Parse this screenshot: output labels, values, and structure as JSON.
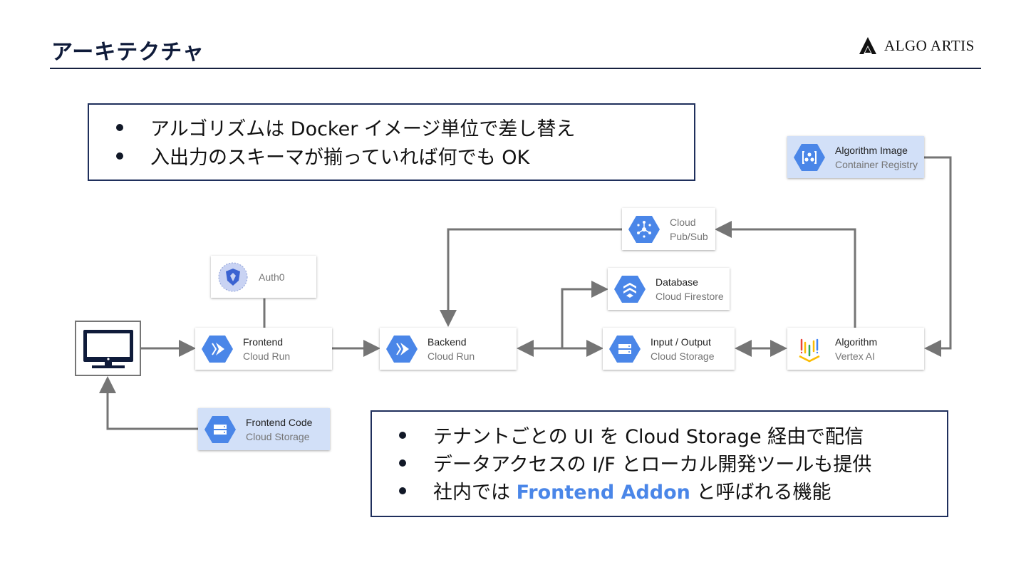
{
  "page": {
    "title": "アーキテクチャ",
    "logo_text": "ALGO ARTIS"
  },
  "callouts": {
    "top": {
      "items": [
        "アルゴリズムは Docker イメージ単位で差し替え",
        "入出力のスキーマが揃っていれば何でも OK"
      ]
    },
    "bottom": {
      "items": [
        {
          "text": "テナントごとの UI を Cloud Storage 経由で配信"
        },
        {
          "text": "データアクセスの I/F とローカル開発ツールも提供"
        },
        {
          "before": "社内では ",
          "highlight": "Frontend Addon",
          "after": " と呼ばれる機能"
        }
      ],
      "highlight_color": "#4a86e8"
    }
  },
  "nodes": {
    "client": {
      "icon": "monitor-icon"
    },
    "auth0": {
      "title": "Auth0",
      "icon": "auth0-shield-icon"
    },
    "frontend": {
      "title": "Frontend",
      "subtitle": "Cloud Run",
      "icon": "cloud-run-icon"
    },
    "frontend_code": {
      "title": "Frontend Code",
      "subtitle": "Cloud Storage",
      "icon": "cloud-storage-icon"
    },
    "backend": {
      "title": "Backend",
      "subtitle": "Cloud Run",
      "icon": "cloud-run-icon"
    },
    "pubsub": {
      "title": "Cloud",
      "subtitle": "Pub/Sub",
      "icon": "pubsub-icon"
    },
    "database": {
      "title": "Database",
      "subtitle": "Cloud Firestore",
      "icon": "firestore-icon"
    },
    "io": {
      "title": "Input / Output",
      "subtitle": "Cloud Storage",
      "icon": "cloud-storage-icon"
    },
    "algorithm": {
      "title": "Algorithm",
      "subtitle": "Vertex AI",
      "icon": "vertex-ai-icon"
    },
    "algorithm_image": {
      "title": "Algorithm Image",
      "subtitle": "Container Registry",
      "icon": "container-registry-icon"
    }
  },
  "colors": {
    "gcp_blue": "#4a86e8",
    "arrow": "#757575",
    "heading": "#0f1b3a",
    "tinted_node": "#d2e0f8"
  }
}
